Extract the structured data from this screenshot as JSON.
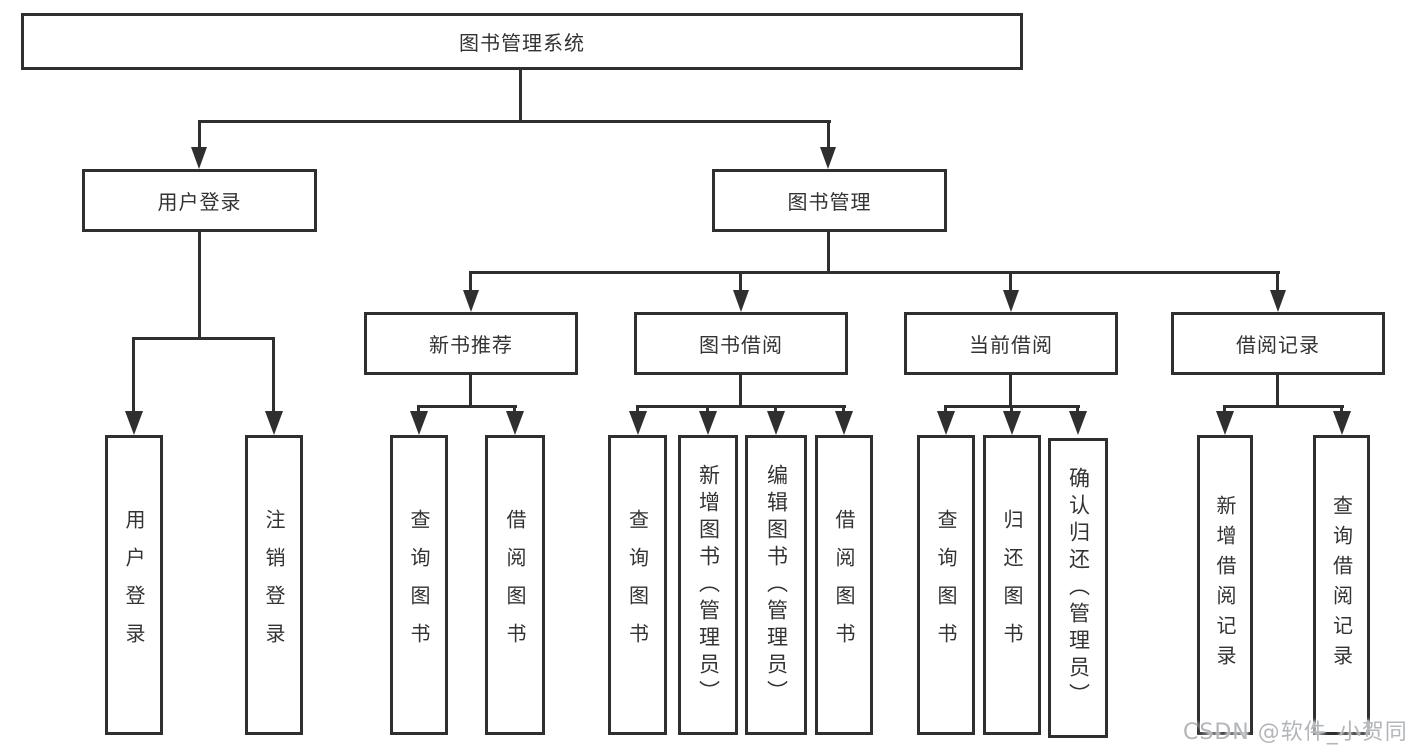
{
  "diagram": {
    "type": "hierarchy-tree",
    "title": "图书管理系统",
    "colors": {
      "line": "#2f2f2f",
      "box_border": "#2f2f2f",
      "text": "#333333",
      "background": "#ffffff",
      "watermark": "#b3b6bb"
    },
    "nodes": {
      "root": {
        "label": "图书管理系统"
      },
      "user_login": {
        "label": "用户登录"
      },
      "book_mgmt": {
        "label": "图书管理"
      },
      "new_book_rec": {
        "label": "新书推荐"
      },
      "book_borrow": {
        "label": "图书借阅"
      },
      "current_borrow": {
        "label": "当前借阅"
      },
      "borrow_record": {
        "label": "借阅记录"
      },
      "leaf_user_login": {
        "label": "用户登录"
      },
      "leaf_logout": {
        "label": "注销登录"
      },
      "leaf_rec_query": {
        "label": "查询图书"
      },
      "leaf_rec_borrow": {
        "label": "借阅图书"
      },
      "leaf_bb_query": {
        "label": "查询图书"
      },
      "leaf_bb_add": {
        "label": "新增图书（管理员）"
      },
      "leaf_bb_edit": {
        "label": "编辑图书（管理员）"
      },
      "leaf_bb_borrow": {
        "label": "借阅图书"
      },
      "leaf_cb_query": {
        "label": "查询图书"
      },
      "leaf_cb_return": {
        "label": "归还图书"
      },
      "leaf_cb_confirm": {
        "label": "确认归还（管理员）"
      },
      "leaf_br_add": {
        "label": "新增借阅记录"
      },
      "leaf_br_query": {
        "label": "查询借阅记录"
      }
    },
    "hierarchy": {
      "root": "图书管理系统",
      "children": [
        {
          "label": "用户登录",
          "children": [
            "用户登录",
            "注销登录"
          ]
        },
        {
          "label": "图书管理",
          "children": [
            {
              "label": "新书推荐",
              "children": [
                "查询图书",
                "借阅图书"
              ]
            },
            {
              "label": "图书借阅",
              "children": [
                "查询图书",
                "新增图书（管理员）",
                "编辑图书（管理员）",
                "借阅图书"
              ]
            },
            {
              "label": "当前借阅",
              "children": [
                "查询图书",
                "归还图书",
                "确认归还（管理员）"
              ]
            },
            {
              "label": "借阅记录",
              "children": [
                "新增借阅记录",
                "查询借阅记录"
              ]
            }
          ]
        }
      ]
    },
    "watermark": {
      "text": "CSDN @软件_小贺同学"
    }
  }
}
